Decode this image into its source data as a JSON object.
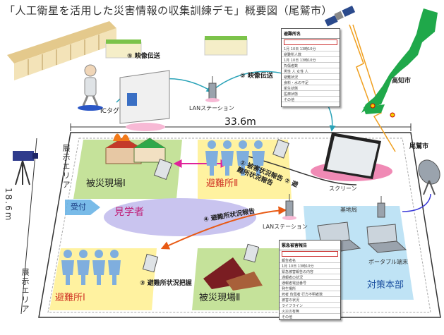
{
  "title": "「人工衛星を活用した災害情報の収集訓練デモ」概要図（尾鷲市）",
  "flows": {
    "video_1": "⑤ 映像伝送",
    "video_2": "⑤ 映像伝送",
    "damage_report": "① 被害状況報告 ② 避難所状況報告",
    "shelter_report": "④ 避難所状況報告",
    "shelter_grasp": "③ 避難所状況把握"
  },
  "labels": {
    "ic_tag": "ICタグ",
    "lan_station_top": "LANステーション",
    "lan_station_mid": "LANステーション",
    "width_dim": "33.6m",
    "height_dim": "18.6m",
    "kochi": "高知市",
    "owase": "尾鷲市",
    "screen": "スクリーン",
    "base_station": "基地局",
    "portable": "ポータブル端末",
    "reception": "受付",
    "visitors": "見学者",
    "hq": "対策本部"
  },
  "zones": {
    "exhibit_top": "展示エリア",
    "exhibit_bottom": "展示エリア",
    "disaster_1": "被災現場Ⅰ",
    "shelter_2": "避難所Ⅱ",
    "shelter_1": "避難所Ⅰ",
    "disaster_2": "被災現場Ⅱ"
  },
  "doc_top": {
    "header": "避難所名",
    "rows": [
      "1月 10日 13時10分",
      "避難所人数",
      "1月 10日 13時10分",
      "負傷者数",
      "男性  人 女性  人",
      "避難状況",
      "食料・水の不足",
      "衛生状態",
      "医療状態",
      "その他"
    ]
  },
  "doc_bottom": {
    "header": "緊急被害報告",
    "rows": [
      "報告者名",
      "1月 10日 13時10分",
      "緊急被害報告の内容",
      "通報者の状況",
      "通報者電話番号",
      "発生場所",
      "死者 負傷者 行方不明者数",
      "被害の状況",
      "ライフライン",
      "火災の有無",
      "その他"
    ]
  },
  "colors": {
    "floor": "#ffffff",
    "zone_green": "#c5e29a",
    "zone_yellow": "#fff2a0",
    "zone_blue": "#bfe3f5",
    "visitors": "#c9c4ef",
    "person_blue": "#7faede",
    "link_magenta": "#e0239a",
    "link_orange": "#e85a14",
    "link_teal": "#2aa3b8",
    "sat_link": "#f0a020",
    "japan": "#1fa84a",
    "hq_link": "#3a3ad8"
  }
}
